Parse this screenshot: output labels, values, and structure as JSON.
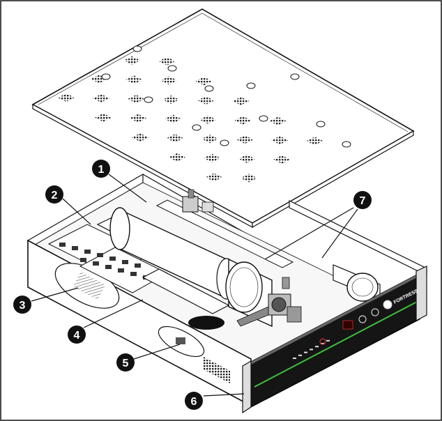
{
  "figure": {
    "callouts": [
      {
        "id": 1,
        "label": "1"
      },
      {
        "id": 2,
        "label": "2"
      },
      {
        "id": 3,
        "label": "3"
      },
      {
        "id": 4,
        "label": "4"
      },
      {
        "id": 5,
        "label": "5"
      },
      {
        "id": 6,
        "label": "6"
      },
      {
        "id": 7,
        "label": "7"
      }
    ],
    "front_panel": {
      "brand_label": "FORTRESS"
    },
    "colors": {
      "line": "#111111",
      "callout_fill": "#111111",
      "panel_fill": "#151515",
      "accent_green": "#3fbf3f",
      "vent": "#222222"
    }
  }
}
